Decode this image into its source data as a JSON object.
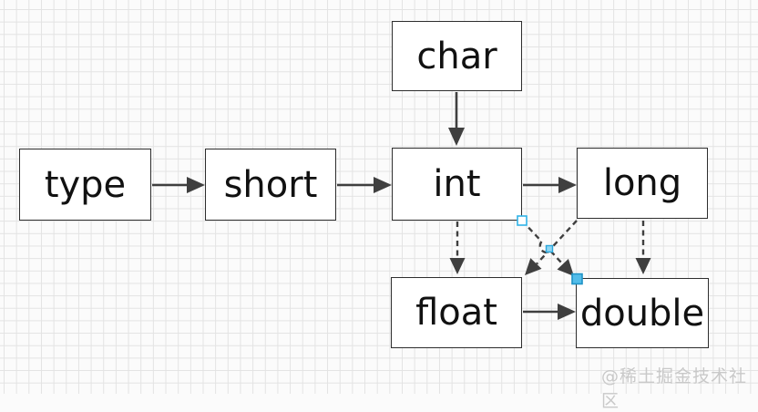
{
  "diagram": {
    "nodes": {
      "char": {
        "label": "char"
      },
      "type": {
        "label": "type"
      },
      "short": {
        "label": "short"
      },
      "int": {
        "label": "int"
      },
      "long": {
        "label": "long"
      },
      "float": {
        "label": "float"
      },
      "double": {
        "label": "double"
      }
    },
    "edges": [
      {
        "from": "type",
        "to": "short",
        "style": "solid",
        "selected": false
      },
      {
        "from": "short",
        "to": "int",
        "style": "solid",
        "selected": false
      },
      {
        "from": "int",
        "to": "long",
        "style": "solid",
        "selected": false
      },
      {
        "from": "char",
        "to": "int",
        "style": "solid",
        "selected": false
      },
      {
        "from": "float",
        "to": "double",
        "style": "solid",
        "selected": false
      },
      {
        "from": "int",
        "to": "float",
        "style": "dashed",
        "selected": false
      },
      {
        "from": "long",
        "to": "double",
        "style": "dashed",
        "selected": false
      },
      {
        "from": "int",
        "to": "double",
        "style": "dashed",
        "selected": true
      },
      {
        "from": "long",
        "to": "float",
        "style": "dashed",
        "selected": false
      }
    ],
    "selection": {
      "selected_edge": "int-double",
      "handles": [
        "start",
        "midpoint",
        "end"
      ]
    },
    "watermark": {
      "text": "@稀土掘金技术社区"
    },
    "colors": {
      "arrow": "#3f3f3f",
      "box_border": "#2e2e2e",
      "box_fill": "#ffffff",
      "text": "#111111",
      "grid_line": "#e3e3e3",
      "background": "#fbfbfb",
      "selection_handle": "#30b3e8",
      "watermark": "#c9c9c9"
    }
  }
}
